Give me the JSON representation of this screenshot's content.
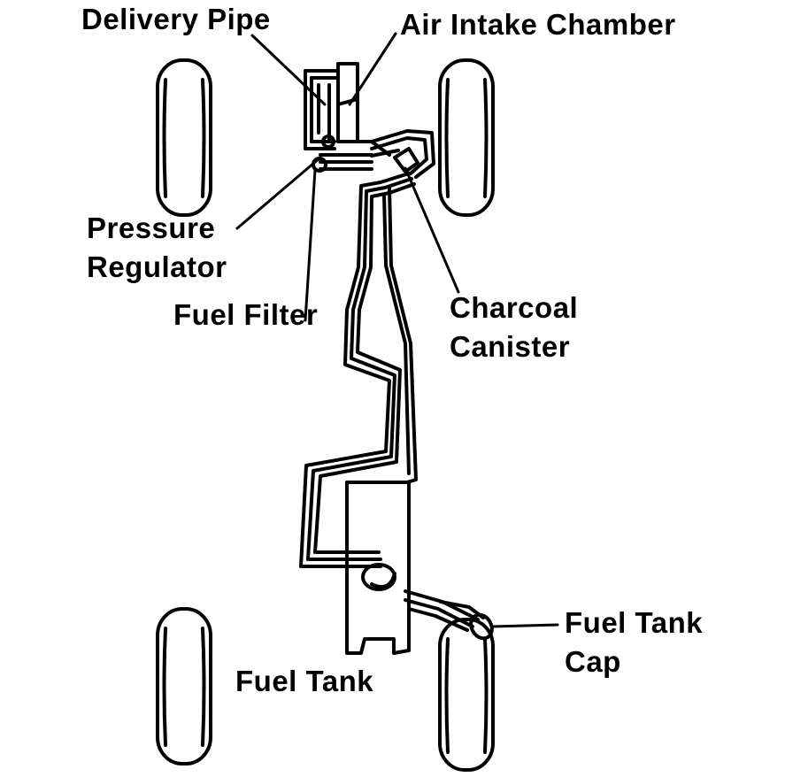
{
  "labels": {
    "delivery_pipe": "Delivery Pipe",
    "air_intake_chamber": "Air Intake Chamber",
    "pressure_regulator_line1": "Pressure",
    "pressure_regulator_line2": "Regulator",
    "fuel_filter": "Fuel Filter",
    "charcoal_canister_line1": "Charcoal",
    "charcoal_canister_line2": "Canister",
    "fuel_tank": "Fuel Tank",
    "fuel_tank_cap_line1": "Fuel Tank",
    "fuel_tank_cap_line2": "Cap"
  },
  "colors": {
    "ink": "#000000",
    "paper": "#ffffff"
  }
}
